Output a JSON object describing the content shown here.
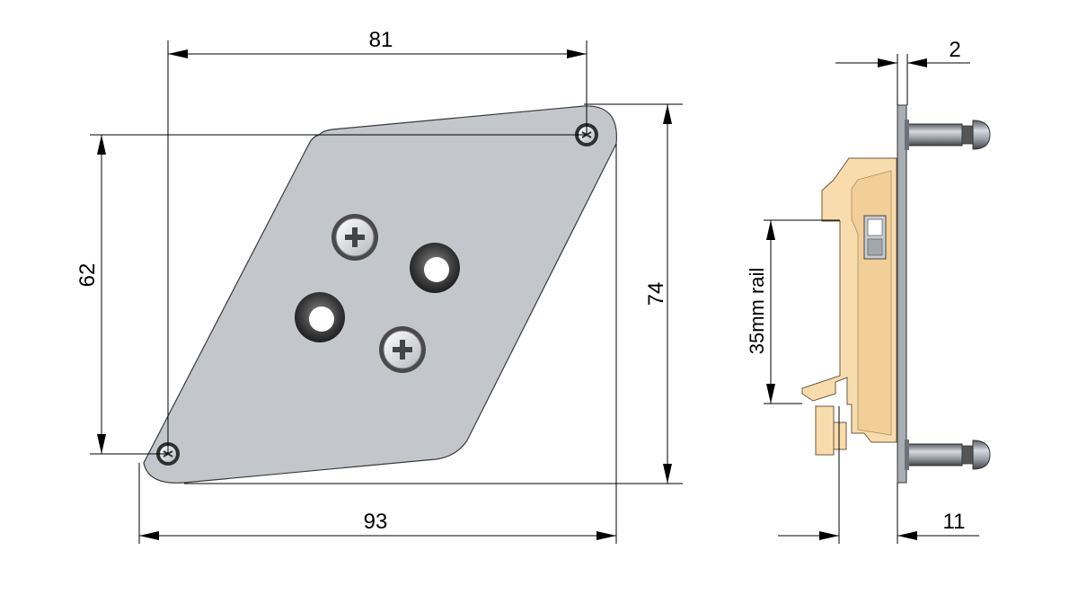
{
  "dimensions": {
    "top_width": "81",
    "overall_width": "93",
    "left_height": "62",
    "right_height": "74",
    "side_thickness": "2",
    "side_depth": "11",
    "rail_label": "35mm rail"
  },
  "colors": {
    "plate_fill": "#c3c7cc",
    "plate_stroke": "#3a3a3a",
    "clip_fill": "#f8dcae",
    "clip_stroke": "#6b5a3c",
    "hole_ring": "#3c3c3c",
    "screw_head": "#e8e8e8",
    "bolt_metal": "#9aa0a8",
    "line": "#000000"
  }
}
